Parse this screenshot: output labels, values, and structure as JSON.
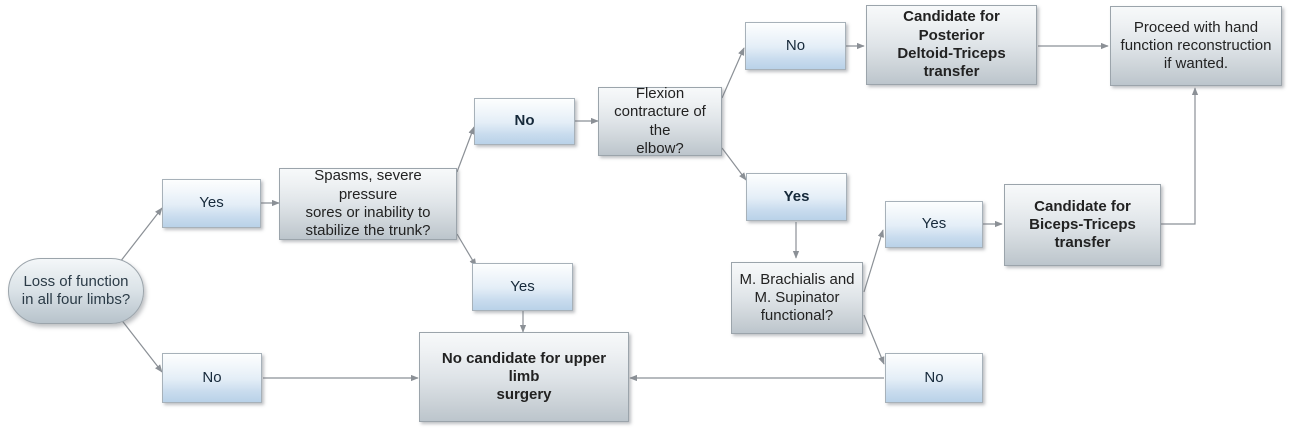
{
  "diagram": {
    "title": "Upper limb surgery candidacy decision tree",
    "background": "#ffffff",
    "edge_color": "#8b9096",
    "chip_accent": "#b9d2e8",
    "block_accent": "#bcc5cc"
  },
  "nodes": {
    "start": {
      "label": "Loss of function\nin all four limbs?",
      "shape": "terminator"
    },
    "yes1": {
      "label": "Yes",
      "shape": "chip"
    },
    "no1": {
      "label": "No",
      "shape": "chip"
    },
    "spasms": {
      "label": "Spasms, severe pressure\nsores or inability to\nstabilize the trunk?",
      "shape": "block"
    },
    "spasms_no": {
      "label": "No",
      "shape": "chip"
    },
    "spasms_yes": {
      "label": "Yes",
      "shape": "chip"
    },
    "flexion": {
      "label": "Flexion\ncontracture of the\nelbow?",
      "shape": "block"
    },
    "flexion_no": {
      "label": "No",
      "shape": "chip"
    },
    "flexion_yes": {
      "label": "Yes",
      "shape": "chip"
    },
    "posterior_deltoid": {
      "label": "Candidate for Posterior\nDeltoid-Triceps\ntransfer",
      "shape": "block"
    },
    "proceed_hand": {
      "label": "Proceed with hand\nfunction reconstruction\nif wanted.",
      "shape": "block"
    },
    "brachialis": {
      "label": "M. Brachialis and\nM. Supinator\nfunctional?",
      "shape": "block"
    },
    "brachialis_yes": {
      "label": "Yes",
      "shape": "chip"
    },
    "brachialis_no": {
      "label": "No",
      "shape": "chip"
    },
    "biceps_triceps": {
      "label": "Candidate for\nBiceps-Triceps\ntransfer",
      "shape": "block"
    },
    "no_candidate": {
      "label": "No candidate for upper limb\nsurgery",
      "shape": "block"
    }
  },
  "edges": [
    {
      "from": "start",
      "to": "yes1",
      "label": ""
    },
    {
      "from": "start",
      "to": "no1",
      "label": ""
    },
    {
      "from": "yes1",
      "to": "spasms",
      "label": ""
    },
    {
      "from": "spasms",
      "to": "spasms_no",
      "label": ""
    },
    {
      "from": "spasms",
      "to": "spasms_yes",
      "label": ""
    },
    {
      "from": "spasms_no",
      "to": "flexion",
      "label": ""
    },
    {
      "from": "flexion",
      "to": "flexion_no",
      "label": ""
    },
    {
      "from": "flexion",
      "to": "flexion_yes",
      "label": ""
    },
    {
      "from": "flexion_no",
      "to": "posterior_deltoid",
      "label": ""
    },
    {
      "from": "posterior_deltoid",
      "to": "proceed_hand",
      "label": ""
    },
    {
      "from": "flexion_yes",
      "to": "brachialis",
      "label": ""
    },
    {
      "from": "brachialis",
      "to": "brachialis_yes",
      "label": ""
    },
    {
      "from": "brachialis",
      "to": "brachialis_no",
      "label": ""
    },
    {
      "from": "brachialis_yes",
      "to": "biceps_triceps",
      "label": ""
    },
    {
      "from": "biceps_triceps",
      "to": "proceed_hand",
      "label": ""
    },
    {
      "from": "spasms_yes",
      "to": "no_candidate",
      "label": ""
    },
    {
      "from": "no1",
      "to": "no_candidate",
      "label": ""
    },
    {
      "from": "brachialis_no",
      "to": "no_candidate",
      "label": ""
    }
  ]
}
